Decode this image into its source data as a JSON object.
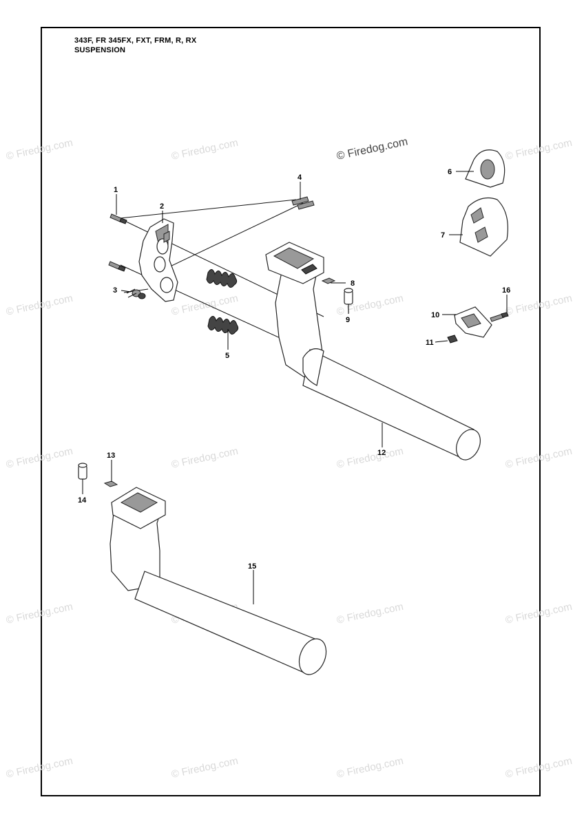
{
  "header": {
    "title_line1": "343F, FR 345FX, FXT, FRM, R, RX",
    "title_line2": "SUSPENSION"
  },
  "watermark": {
    "main": "© Firedog.com",
    "repeat": "© Firedog.com"
  },
  "callouts": [
    "1",
    "2",
    "3",
    "4",
    "5",
    "6",
    "7",
    "8",
    "9",
    "10",
    "11",
    "12",
    "13",
    "14",
    "15",
    "16"
  ]
}
